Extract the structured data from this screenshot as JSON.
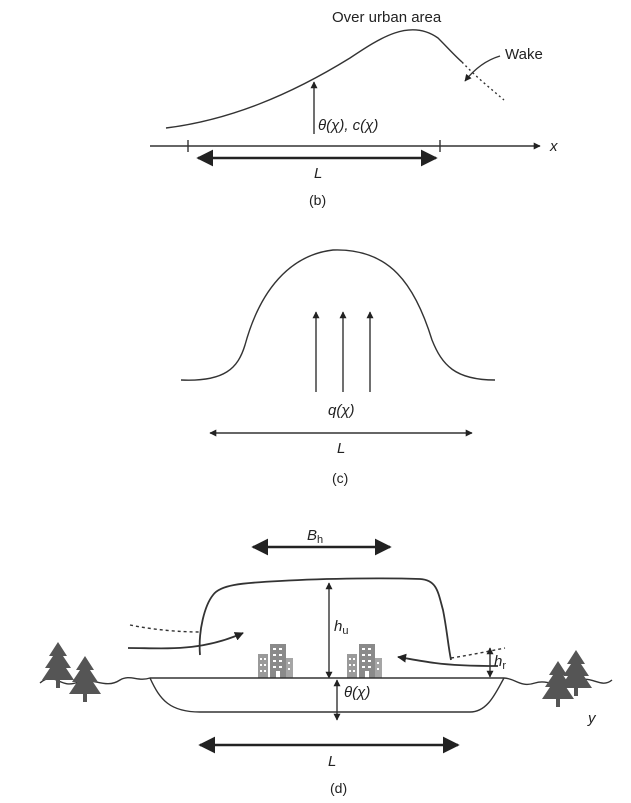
{
  "panel_b": {
    "caption": "(b)",
    "title": "Over urban area",
    "wake_label": "Wake",
    "profile_label": "θ(χ), c(χ)",
    "axis_label": "x",
    "length_label": "L"
  },
  "panel_c": {
    "caption": "(c)",
    "flux_label": "q(χ)",
    "length_label": "L"
  },
  "panel_d": {
    "caption": "(d)",
    "width_label_main": "B",
    "width_label_sub": "h",
    "urban_height_main": "h",
    "urban_height_sub": "u",
    "rural_height_main": "h",
    "rural_height_sub": "r",
    "profile_label": "θ(χ)",
    "axis_label": "y",
    "length_label": "L"
  },
  "icons": [
    "building-icon",
    "tree-icon"
  ],
  "colors": {
    "line": "#333333",
    "tree": "#555555",
    "building": "#8a8a8a"
  }
}
